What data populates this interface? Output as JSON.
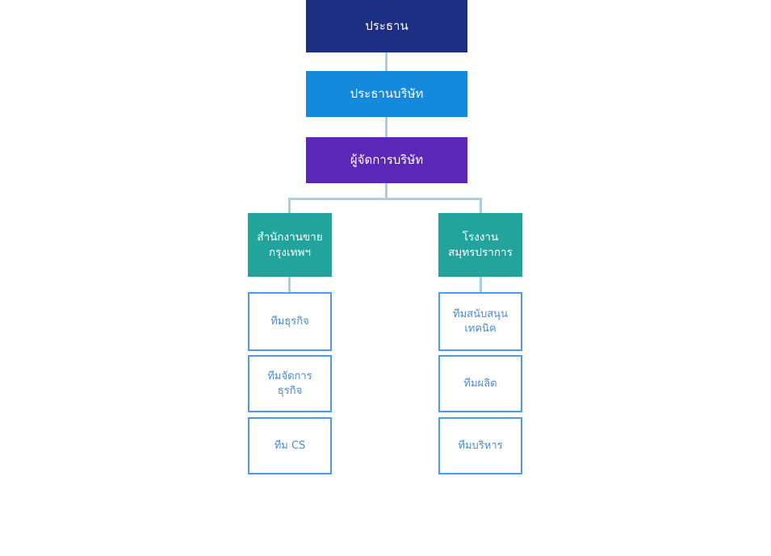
{
  "chart_data": {
    "type": "diagram",
    "diagram_kind": "organizational-chart",
    "orientation": "top-down",
    "title": "",
    "colors": {
      "president": "#1C2F83",
      "chairman": "#1589DC",
      "manager": "#5A27B8",
      "unit": "#22A39B",
      "team_border": "#4D9BE8",
      "team_text": "#4D8BD6",
      "team_fill": "#FFFFFF",
      "connector": "#A9CFE0",
      "background": "#FFFFFF"
    },
    "nodes": [
      {
        "id": "president",
        "label": "ประธาน",
        "level": 0,
        "style": "president"
      },
      {
        "id": "chairman",
        "label": "ประธานบริษัท",
        "level": 1,
        "style": "chairman"
      },
      {
        "id": "manager",
        "label": "ผู้จัดการบริษัท",
        "level": 2,
        "style": "manager"
      },
      {
        "id": "sales-office",
        "label": "สำนักงานขาย\nกรุงเทพฯ",
        "level": 3,
        "style": "unit"
      },
      {
        "id": "factory",
        "label": "โรงงาน\nสมุทรปราการ",
        "level": 3,
        "style": "unit"
      },
      {
        "id": "business-team",
        "label": "ทีมธุรกิจ",
        "level": 4,
        "style": "team"
      },
      {
        "id": "biz-mgmt-team",
        "label": "ทีมจัดการ\nธุรกิจ",
        "level": 4,
        "style": "team"
      },
      {
        "id": "cs-team",
        "label": "ทีม CS",
        "level": 4,
        "style": "team"
      },
      {
        "id": "tech-support-team",
        "label": "ทีมสนับสนุน\nเทคนิค",
        "level": 4,
        "style": "team"
      },
      {
        "id": "production-team",
        "label": "ทีมผลิต",
        "level": 4,
        "style": "team"
      },
      {
        "id": "admin-team",
        "label": "ทีมบริหาร",
        "level": 4,
        "style": "team"
      }
    ],
    "edges": [
      {
        "from": "president",
        "to": "chairman"
      },
      {
        "from": "chairman",
        "to": "manager"
      },
      {
        "from": "manager",
        "to": "sales-office"
      },
      {
        "from": "manager",
        "to": "factory"
      },
      {
        "from": "sales-office",
        "to": "business-team"
      },
      {
        "from": "factory",
        "to": "tech-support-team"
      }
    ]
  },
  "nodes": {
    "president": {
      "label": "ประธาน"
    },
    "chairman": {
      "label": "ประธานบริษัท"
    },
    "manager": {
      "label": "ผู้จัดการบริษัท"
    },
    "sales_office": {
      "label": "สำนักงานขาย\nกรุงเทพฯ"
    },
    "factory": {
      "label": "โรงงาน\nสมุทรปราการ"
    },
    "business_team": {
      "label": "ทีมธุรกิจ"
    },
    "biz_mgmt_team": {
      "label": "ทีมจัดการ\nธุรกิจ"
    },
    "cs_team": {
      "label": "ทีม CS"
    },
    "tech_support_team": {
      "label": "ทีมสนับสนุน\nเทคนิค"
    },
    "production_team": {
      "label": "ทีมผลิต"
    },
    "admin_team": {
      "label": "ทีมบริหาร"
    }
  }
}
